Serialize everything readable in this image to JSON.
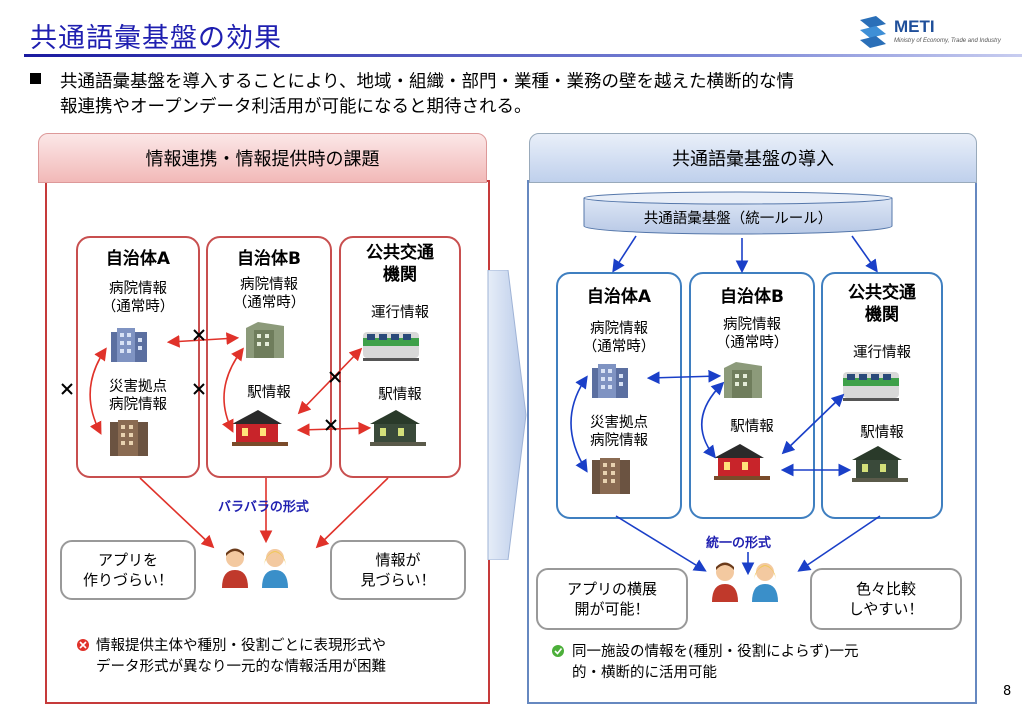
{
  "title": "共通語彙基盤の効果",
  "logo": {
    "text": "METI",
    "sub": "Ministry of Economy, Trade and Industry"
  },
  "bullet": {
    "line1": "共通語彙基盤を導入することにより、地域・組織・部門・業種・業務の壁を越えた横断的な情",
    "line2": "報連携やオープンデータ利活用が可能になると期待される。"
  },
  "left": {
    "header": "情報連携・情報提供時の課題",
    "org_a": {
      "name": "自治体A",
      "hospital": "病院情報\n（通常時）",
      "disaster": "災害拠点\n病院情報"
    },
    "org_b": {
      "name": "自治体B",
      "hospital": "病院情報\n（通常時）",
      "station": "駅情報"
    },
    "org_c": {
      "name": "公共交通\n機関",
      "operation": "運行情報",
      "station": "駅情報"
    },
    "caption": "バラバラの形式",
    "bubble_left": "アプリを\n作りづらい！",
    "bubble_right": "情報が\n見づらい！",
    "note": "情報提供主体や種別・役割ごとに表現形式や\nデータ形式が異なり一元的な情報活用が困難"
  },
  "right": {
    "header": "共通語彙基盤の導入",
    "cylinder": "共通語彙基盤（統一ルール）",
    "org_a": {
      "name": "自治体A",
      "hospital": "病院情報\n（通常時）",
      "disaster": "災害拠点\n病院情報"
    },
    "org_b": {
      "name": "自治体B",
      "hospital": "病院情報\n（通常時）",
      "station": "駅情報"
    },
    "org_c": {
      "name": "公共交通\n機関",
      "operation": "運行情報",
      "station": "駅情報"
    },
    "caption": "統一の形式",
    "bubble_left": "アプリの横展\n開が可能！",
    "bubble_right": "色々比較\nしやすい！",
    "note": "同一施設の情報を(種別・役割によらず)一元\n的・横断的に活用可能"
  },
  "page_number": "8",
  "colors": {
    "title": "#1f1fb0",
    "left_border": "#c63a3a",
    "right_border": "#6688c0",
    "left_arrow": "#e0322a",
    "right_arrow": "#1a3fc8"
  }
}
